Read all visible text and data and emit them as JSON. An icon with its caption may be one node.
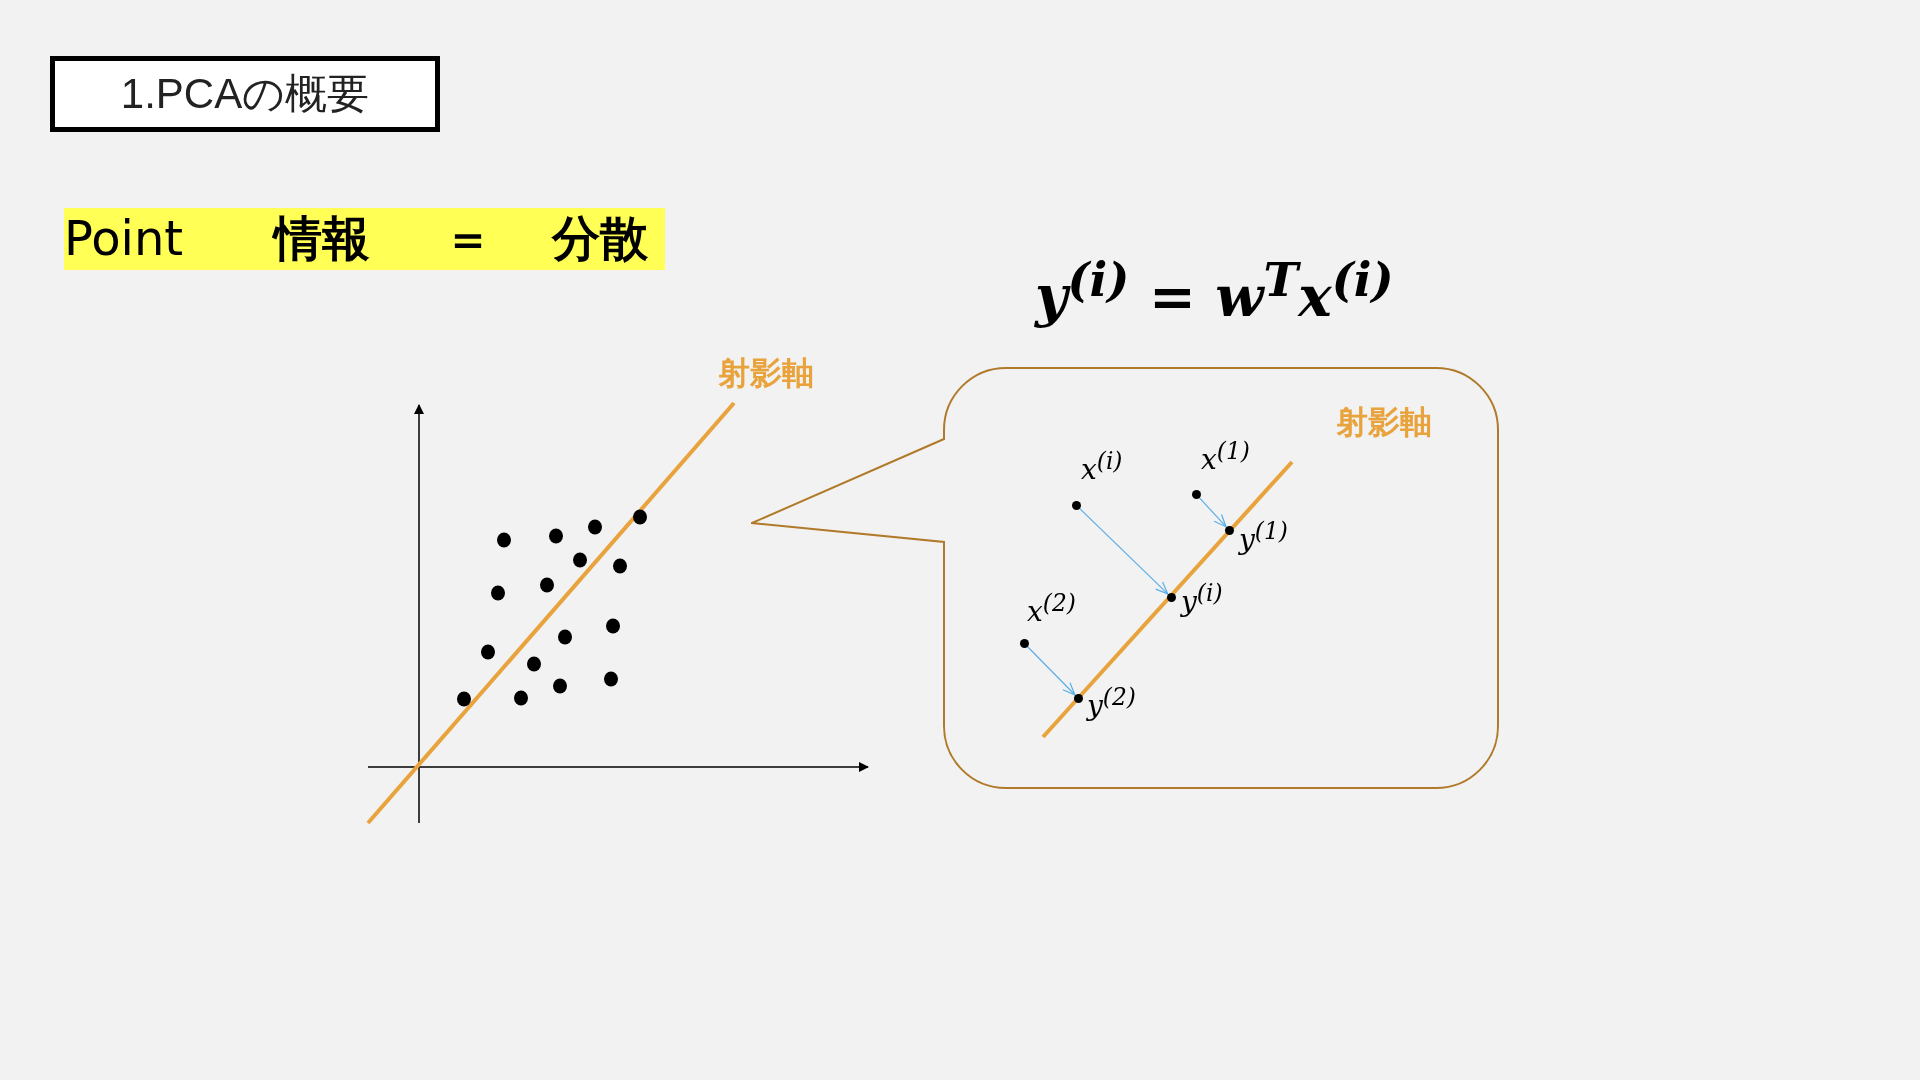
{
  "diagram": {
    "title": "1.PCAの概要",
    "nodes": [
      {
        "text": [
          "射影軸"
        ]
      },
      {
        "text": [],
        "shape": "circle",
        "in": 0,
        "beside": [
          "x$^{(i)}$"
        ]
      },
      {
        "text": [],
        "shape": "circle",
        "in": 0,
        "beside": [
          "x$^{(1)}$"
        ]
      },
      {
        "text": [],
        "shape": "circle",
        "in": 0,
        "beside": [
          "y$^{(1)}$"
        ]
      },
      {
        "text": [],
        "shape": "circle",
        "in": 0,
        "beside": [
          "y$^{(i)}$"
        ]
      },
      {
        "text": [],
        "shape": "circle",
        "in": 0,
        "beside": [
          "x$^{(2)}$"
        ]
      },
      {
        "text": [],
        "shape": "circle",
        "in": 0,
        "beside": [
          "y$^{(2)}$"
        ]
      }
    ],
    "edges": [
      {
        "from": 1,
        "to": 4,
        "arrow": "to"
      },
      {
        "from": 2,
        "to": 3,
        "arrow": "to"
      },
      {
        "from": 5,
        "to": 6,
        "arrow": "to"
      }
    ],
    "labels": [
      "Point",
      "情報",
      "＝",
      "分散",
      "y$^{(i)}$ = w$^{T}$x$^{(i)}$",
      "射影軸"
    ]
  }
}
